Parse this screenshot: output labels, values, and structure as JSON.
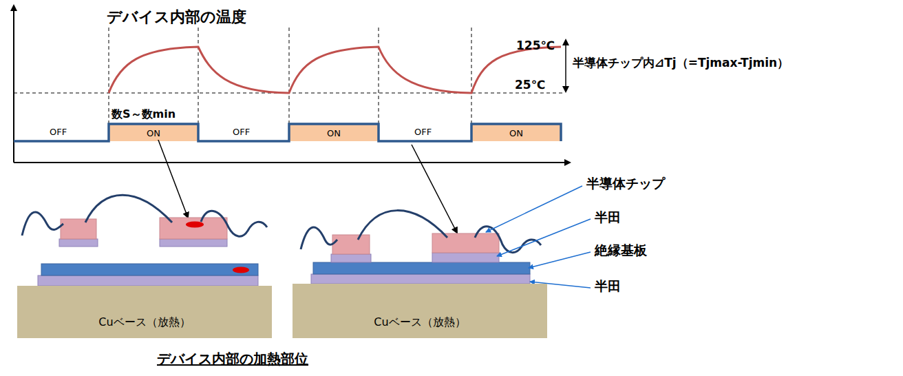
{
  "diagram": {
    "title": "デバイス内部の温度",
    "caption": "デバイス内部の加熱部位",
    "nodes": [
      {
        "text": [
          "ON"
        ]
      },
      {
        "text": [
          "ON"
        ]
      },
      {
        "text": [
          "ON"
        ]
      },
      {
        "text": [
          "Cuベース（放熱）"
        ]
      },
      {
        "text": [
          "Cuベース（放熱）"
        ]
      }
    ],
    "labels": [
      "125℃",
      "25℃",
      "半導体チップ内⊿Tj（=Tjmax-Tjmin）",
      "数S～数min",
      "OFF",
      "OFF",
      "OFF",
      "半導体チップ",
      "半田",
      "絶縁基板",
      "半田"
    ]
  }
}
